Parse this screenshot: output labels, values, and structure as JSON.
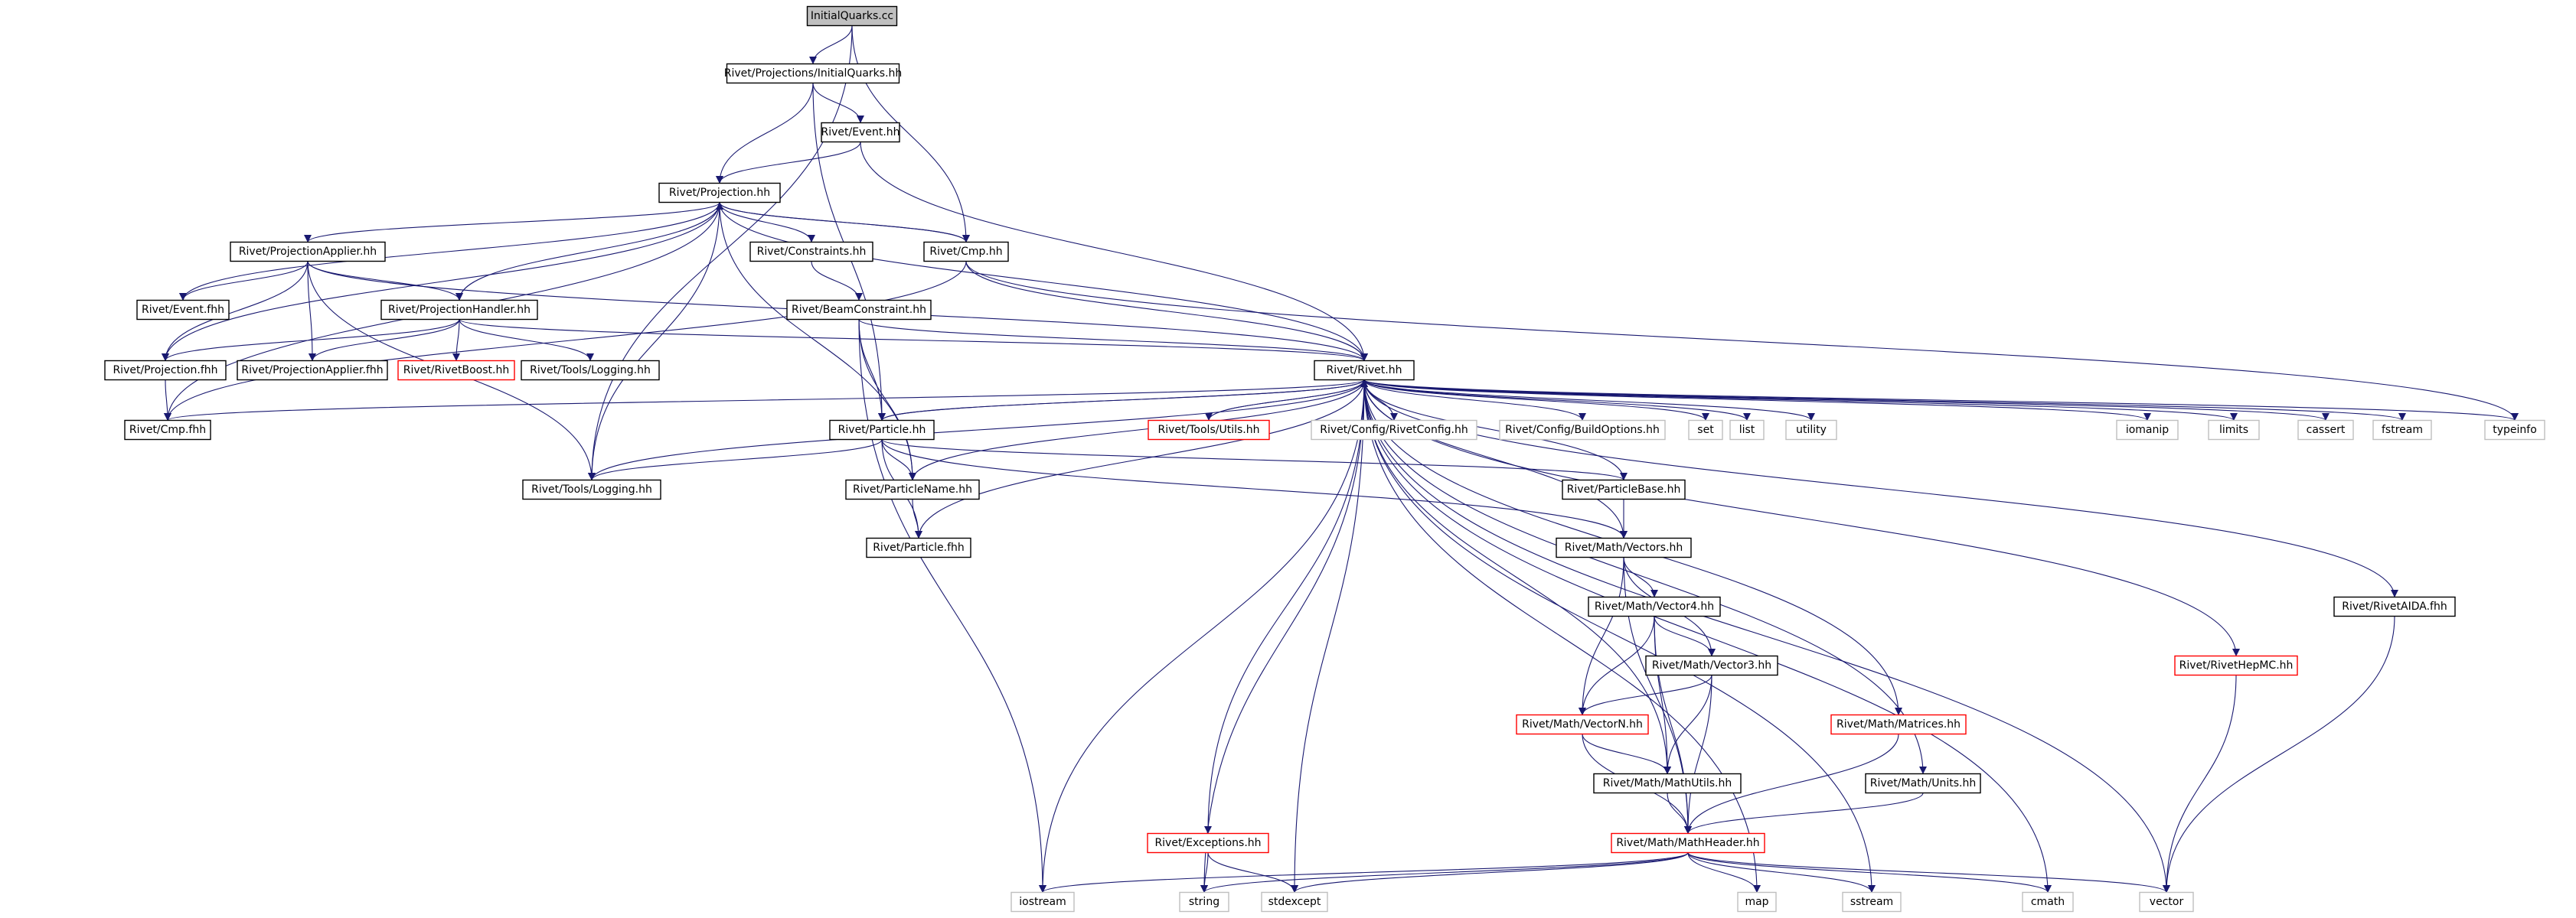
{
  "colors": {
    "edge": "#191970",
    "node_border": "#000000",
    "root_fill": "#bfbfbf",
    "incomplete_border": "#ff0000",
    "plain_border": "#bfbfbf"
  },
  "nodes": [
    {
      "id": "initialquarks-cc",
      "label": "InitialQuarks.cc",
      "style": "root"
    },
    {
      "id": "projections-initialquarks-hh",
      "label": "Rivet/Projections/InitialQuarks.hh",
      "style": "normal"
    },
    {
      "id": "event-hh",
      "label": "Rivet/Event.hh",
      "style": "normal"
    },
    {
      "id": "projection-hh",
      "label": "Rivet/Projection.hh",
      "style": "normal"
    },
    {
      "id": "projectionapplier-hh",
      "label": "Rivet/ProjectionApplier.hh",
      "style": "normal"
    },
    {
      "id": "constraints-hh",
      "label": "Rivet/Constraints.hh",
      "style": "normal"
    },
    {
      "id": "cmp-hh",
      "label": "Rivet/Cmp.hh",
      "style": "normal"
    },
    {
      "id": "event-fhh",
      "label": "Rivet/Event.fhh",
      "style": "normal"
    },
    {
      "id": "projectionhandler-hh",
      "label": "Rivet/ProjectionHandler.hh",
      "style": "normal"
    },
    {
      "id": "beamconstraint-hh",
      "label": "Rivet/BeamConstraint.hh",
      "style": "normal"
    },
    {
      "id": "projection-fhh",
      "label": "Rivet/Projection.fhh",
      "style": "normal"
    },
    {
      "id": "projectionapplier-fhh",
      "label": "Rivet/ProjectionApplier.fhh",
      "style": "normal"
    },
    {
      "id": "rivetboost-hh",
      "label": "Rivet/RivetBoost.hh",
      "style": "incomplete"
    },
    {
      "id": "tools-logging-hh-upper",
      "label": "Rivet/Tools/Logging.hh",
      "style": "normal"
    },
    {
      "id": "rivet-hh",
      "label": "Rivet/Rivet.hh",
      "style": "normal"
    },
    {
      "id": "cmp-fhh",
      "label": "Rivet/Cmp.fhh",
      "style": "normal"
    },
    {
      "id": "particle-hh",
      "label": "Rivet/Particle.hh",
      "style": "normal"
    },
    {
      "id": "tools-utils-hh",
      "label": "Rivet/Tools/Utils.hh",
      "style": "incomplete"
    },
    {
      "id": "config-rivetconfig-hh",
      "label": "Rivet/Config/RivetConfig.hh",
      "style": "plain"
    },
    {
      "id": "config-buildoptions-hh",
      "label": "Rivet/Config/BuildOptions.hh",
      "style": "plain"
    },
    {
      "id": "set",
      "label": "set",
      "style": "plain"
    },
    {
      "id": "list",
      "label": "list",
      "style": "plain"
    },
    {
      "id": "utility",
      "label": "utility",
      "style": "plain"
    },
    {
      "id": "iomanip",
      "label": "iomanip",
      "style": "plain"
    },
    {
      "id": "limits",
      "label": "limits",
      "style": "plain"
    },
    {
      "id": "cassert",
      "label": "cassert",
      "style": "plain"
    },
    {
      "id": "fstream",
      "label": "fstream",
      "style": "plain"
    },
    {
      "id": "typeinfo",
      "label": "typeinfo",
      "style": "plain"
    },
    {
      "id": "tools-logging-hh",
      "label": "Rivet/Tools/Logging.hh",
      "style": "normal"
    },
    {
      "id": "particlename-hh",
      "label": "Rivet/ParticleName.hh",
      "style": "normal"
    },
    {
      "id": "particlebase-hh",
      "label": "Rivet/ParticleBase.hh",
      "style": "normal"
    },
    {
      "id": "particle-fhh",
      "label": "Rivet/Particle.fhh",
      "style": "normal"
    },
    {
      "id": "math-vectors-hh",
      "label": "Rivet/Math/Vectors.hh",
      "style": "normal"
    },
    {
      "id": "math-vector4-hh",
      "label": "Rivet/Math/Vector4.hh",
      "style": "normal"
    },
    {
      "id": "rivetaida-fhh",
      "label": "Rivet/RivetAIDA.fhh",
      "style": "normal"
    },
    {
      "id": "math-vector3-hh",
      "label": "Rivet/Math/Vector3.hh",
      "style": "normal"
    },
    {
      "id": "rivethepmc-hh",
      "label": "Rivet/RivetHepMC.hh",
      "style": "incomplete"
    },
    {
      "id": "math-vectorn-hh",
      "label": "Rivet/Math/VectorN.hh",
      "style": "incomplete"
    },
    {
      "id": "math-matrices-hh",
      "label": "Rivet/Math/Matrices.hh",
      "style": "incomplete"
    },
    {
      "id": "math-mathutils-hh",
      "label": "Rivet/Math/MathUtils.hh",
      "style": "normal"
    },
    {
      "id": "math-units-hh",
      "label": "Rivet/Math/Units.hh",
      "style": "normal"
    },
    {
      "id": "exceptions-hh",
      "label": "Rivet/Exceptions.hh",
      "style": "incomplete"
    },
    {
      "id": "math-mathheader-hh",
      "label": "Rivet/Math/MathHeader.hh",
      "style": "incomplete"
    },
    {
      "id": "iostream",
      "label": "iostream",
      "style": "plain"
    },
    {
      "id": "string",
      "label": "string",
      "style": "plain"
    },
    {
      "id": "stdexcept",
      "label": "stdexcept",
      "style": "plain"
    },
    {
      "id": "map",
      "label": "map",
      "style": "plain"
    },
    {
      "id": "sstream",
      "label": "sstream",
      "style": "plain"
    },
    {
      "id": "cmath",
      "label": "cmath",
      "style": "plain"
    },
    {
      "id": "vector",
      "label": "vector",
      "style": "plain"
    }
  ],
  "edges": [
    [
      "initialquarks-cc",
      "projections-initialquarks-hh"
    ],
    [
      "initialquarks-cc",
      "cmp-hh"
    ],
    [
      "initialquarks-cc",
      "tools-logging-hh"
    ],
    [
      "projections-initialquarks-hh",
      "event-hh"
    ],
    [
      "projections-initialquarks-hh",
      "projection-hh"
    ],
    [
      "projections-initialquarks-hh",
      "particle-hh"
    ],
    [
      "event-hh",
      "projection-hh"
    ],
    [
      "event-hh",
      "rivet-hh"
    ],
    [
      "projection-hh",
      "projectionapplier-hh"
    ],
    [
      "projection-hh",
      "constraints-hh"
    ],
    [
      "projection-hh",
      "cmp-hh"
    ],
    [
      "projection-hh",
      "event-fhh"
    ],
    [
      "projection-hh",
      "projectionhandler-hh"
    ],
    [
      "projection-hh",
      "projection-fhh"
    ],
    [
      "projection-hh",
      "rivet-hh"
    ],
    [
      "projection-hh",
      "cmp-fhh"
    ],
    [
      "projection-hh",
      "tools-logging-hh"
    ],
    [
      "projection-hh",
      "particlename-hh"
    ],
    [
      "projectionapplier-hh",
      "event-fhh"
    ],
    [
      "projectionapplier-hh",
      "projectionhandler-hh"
    ],
    [
      "projectionapplier-hh",
      "projection-fhh"
    ],
    [
      "projectionapplier-hh",
      "projectionapplier-fhh"
    ],
    [
      "projectionapplier-hh",
      "rivet-hh"
    ],
    [
      "projectionapplier-hh",
      "tools-logging-hh"
    ],
    [
      "constraints-hh",
      "beamconstraint-hh"
    ],
    [
      "cmp-hh",
      "projection-hh"
    ],
    [
      "cmp-hh",
      "rivet-hh"
    ],
    [
      "cmp-hh",
      "cmp-fhh"
    ],
    [
      "cmp-hh",
      "typeinfo"
    ],
    [
      "projectionhandler-hh",
      "projection-fhh"
    ],
    [
      "projectionhandler-hh",
      "projectionapplier-fhh"
    ],
    [
      "projectionhandler-hh",
      "rivetboost-hh"
    ],
    [
      "projectionhandler-hh",
      "tools-logging-hh-upper"
    ],
    [
      "projectionhandler-hh",
      "rivet-hh"
    ],
    [
      "beamconstraint-hh",
      "rivet-hh"
    ],
    [
      "beamconstraint-hh",
      "particle-hh"
    ],
    [
      "beamconstraint-hh",
      "particlename-hh"
    ],
    [
      "beamconstraint-hh",
      "iostream"
    ],
    [
      "projection-fhh",
      "cmp-fhh"
    ],
    [
      "rivet-hh",
      "tools-utils-hh"
    ],
    [
      "rivet-hh",
      "config-rivetconfig-hh"
    ],
    [
      "rivet-hh",
      "config-buildoptions-hh"
    ],
    [
      "rivet-hh",
      "set"
    ],
    [
      "rivet-hh",
      "list"
    ],
    [
      "rivet-hh",
      "utility"
    ],
    [
      "rivet-hh",
      "iomanip"
    ],
    [
      "rivet-hh",
      "limits"
    ],
    [
      "rivet-hh",
      "cassert"
    ],
    [
      "rivet-hh",
      "fstream"
    ],
    [
      "rivet-hh",
      "typeinfo"
    ],
    [
      "rivet-hh",
      "particle-hh"
    ],
    [
      "rivet-hh",
      "rivetaida-fhh"
    ],
    [
      "rivet-hh",
      "rivethepmc-hh"
    ],
    [
      "rivet-hh",
      "math-vectors-hh"
    ],
    [
      "rivet-hh",
      "math-mathutils-hh"
    ],
    [
      "rivet-hh",
      "math-matrices-hh"
    ],
    [
      "rivet-hh",
      "math-units-hh"
    ],
    [
      "rivet-hh",
      "exceptions-hh"
    ],
    [
      "rivet-hh",
      "iostream"
    ],
    [
      "rivet-hh",
      "string"
    ],
    [
      "rivet-hh",
      "stdexcept"
    ],
    [
      "rivet-hh",
      "map"
    ],
    [
      "rivet-hh",
      "sstream"
    ],
    [
      "rivet-hh",
      "cmath"
    ],
    [
      "rivet-hh",
      "vector"
    ],
    [
      "rivet-hh",
      "cmp-fhh"
    ],
    [
      "rivet-hh",
      "tools-logging-hh"
    ],
    [
      "particle-hh",
      "rivet-hh"
    ],
    [
      "particle-hh",
      "tools-logging-hh"
    ],
    [
      "particle-hh",
      "particlename-hh"
    ],
    [
      "particle-hh",
      "particle-fhh"
    ],
    [
      "particle-hh",
      "particlebase-hh"
    ],
    [
      "particle-hh",
      "math-vectors-hh"
    ],
    [
      "tools-utils-hh",
      "rivet-hh"
    ],
    [
      "particlename-hh",
      "rivet-hh"
    ],
    [
      "particlename-hh",
      "particle-fhh"
    ],
    [
      "particlebase-hh",
      "rivet-hh"
    ],
    [
      "particlebase-hh",
      "math-vectors-hh"
    ],
    [
      "particle-fhh",
      "rivet-hh"
    ],
    [
      "math-vectors-hh",
      "math-vector4-hh"
    ],
    [
      "math-vectors-hh",
      "math-vector3-hh"
    ],
    [
      "math-vectors-hh",
      "math-vectorn-hh"
    ],
    [
      "math-vectors-hh",
      "math-mathheader-hh"
    ],
    [
      "math-vector4-hh",
      "math-vector3-hh"
    ],
    [
      "math-vector4-hh",
      "math-vectorn-hh"
    ],
    [
      "math-vector4-hh",
      "math-mathutils-hh"
    ],
    [
      "math-vector4-hh",
      "math-mathheader-hh"
    ],
    [
      "math-vector3-hh",
      "math-vectorn-hh"
    ],
    [
      "math-vector3-hh",
      "math-mathutils-hh"
    ],
    [
      "math-vector3-hh",
      "math-mathheader-hh"
    ],
    [
      "math-vectorn-hh",
      "math-mathutils-hh"
    ],
    [
      "math-vectorn-hh",
      "math-mathheader-hh"
    ],
    [
      "math-matrices-hh",
      "math-mathheader-hh"
    ],
    [
      "math-mathutils-hh",
      "math-mathheader-hh"
    ],
    [
      "math-units-hh",
      "math-mathheader-hh"
    ],
    [
      "rivethepmc-hh",
      "vector"
    ],
    [
      "rivetaida-fhh",
      "vector"
    ],
    [
      "exceptions-hh",
      "string"
    ],
    [
      "exceptions-hh",
      "stdexcept"
    ],
    [
      "math-mathheader-hh",
      "iostream"
    ],
    [
      "math-mathheader-hh",
      "string"
    ],
    [
      "math-mathheader-hh",
      "stdexcept"
    ],
    [
      "math-mathheader-hh",
      "map"
    ],
    [
      "math-mathheader-hh",
      "sstream"
    ],
    [
      "math-mathheader-hh",
      "cmath"
    ],
    [
      "math-mathheader-hh",
      "vector"
    ]
  ]
}
